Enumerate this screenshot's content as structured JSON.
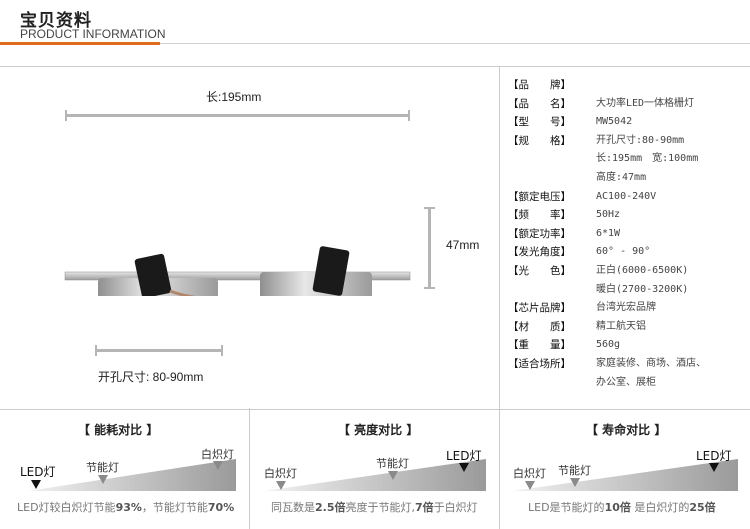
{
  "header": {
    "title_cn": "宝贝资料",
    "title_en": "PRODUCT INFORMATION",
    "accent": "#e06a1e"
  },
  "drawing": {
    "length_label": "长:195mm",
    "height_label": "47mm",
    "cutout_label": "开孔尺寸: 80-90mm"
  },
  "specs": [
    {
      "key": "【品　　牌】",
      "value": ""
    },
    {
      "key": "【品　　名】",
      "value": "大功率LED一体格栅灯"
    },
    {
      "key": "【型　　号】",
      "value": "MW5042"
    },
    {
      "key": "【规　　格】",
      "value": "开孔尺寸:80-90mm"
    },
    {
      "key": "",
      "value": "长:195mm　宽:100mm"
    },
    {
      "key": "",
      "value": "高度:47mm"
    },
    {
      "key": "【额定电压】",
      "value": "AC100-240V"
    },
    {
      "key": "【频　　率】",
      "value": "50Hz"
    },
    {
      "key": "【额定功率】",
      "value": "6*1W"
    },
    {
      "key": "【发光角度】",
      "value": "60° - 90°"
    },
    {
      "key": "【光　　色】",
      "value": "正白(6000-6500K)"
    },
    {
      "key": "",
      "value": "暖白(2700-3200K)"
    },
    {
      "key": "【芯片品牌】",
      "value": "台湾光宏品牌"
    },
    {
      "key": "【材　　质】",
      "value": "精工航天铝"
    },
    {
      "key": "【重　　量】",
      "value": "560g"
    },
    {
      "key": "【适合场所】",
      "value": "家庭装修、商场、酒店、"
    },
    {
      "key": "",
      "value": "办公室、展柜"
    }
  ],
  "comparisons": {
    "energy": {
      "title": "【 能耗对比 】",
      "labels": [
        "LED灯",
        "节能灯",
        "白炽灯"
      ],
      "note_pre": "LED灯较白炽灯节能",
      "note_b1": "93%",
      "note_mid": "，节能灯节能",
      "note_b2": "70%"
    },
    "brightness": {
      "title": "【 亮度对比 】",
      "labels": [
        "白炽灯",
        "节能灯",
        "LED灯"
      ],
      "note_pre": "同瓦数是",
      "note_b1": "2.5倍",
      "note_mid": "亮度于节能灯,",
      "note_b2": "7倍",
      "note_post": "于白炽灯"
    },
    "lifespan": {
      "title": "【 寿命对比 】",
      "labels": [
        "白炽灯",
        "节能灯",
        "LED灯"
      ],
      "note_pre": "LED是节能灯的",
      "note_b1": "10倍",
      "note_mid": "  是白炽灯的",
      "note_b2": "25倍"
    }
  }
}
